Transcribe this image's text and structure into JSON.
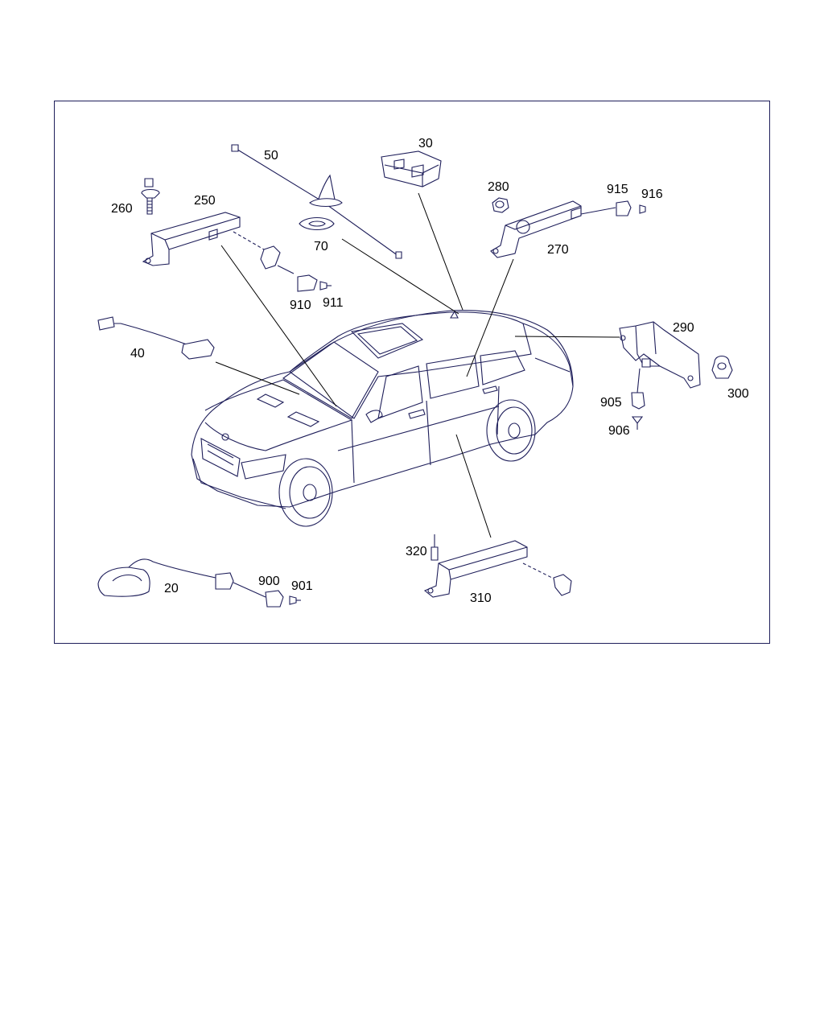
{
  "colors": {
    "line": "#1e1e5a",
    "label": "#000000",
    "background": "#ffffff"
  },
  "callouts": {
    "p20": "20",
    "p30": "30",
    "p40": "40",
    "p50": "50",
    "p70": "70",
    "p250": "250",
    "p260": "260",
    "p270": "270",
    "p280": "280",
    "p290": "290",
    "p300": "300",
    "p310": "310",
    "p320": "320",
    "p900": "900",
    "p901": "901",
    "p905": "905",
    "p906": "906",
    "p910": "910",
    "p911": "911",
    "p915": "915",
    "p916": "916"
  }
}
